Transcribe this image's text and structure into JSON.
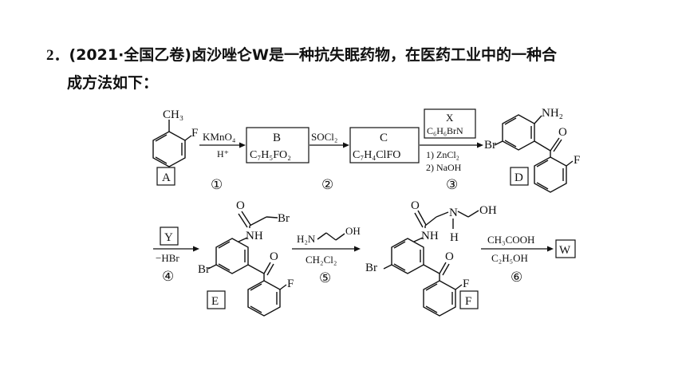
{
  "question": {
    "number": "2．",
    "source": "(2021·全国乙卷)",
    "text_line1": "卤沙唑仑W是一种抗失眠药物，在医药工业中的一种合",
    "text_line2": "成方法如下："
  },
  "compounds": {
    "A": {
      "label": "A",
      "ch3": "CH₃",
      "f": "F"
    },
    "B": {
      "label": "B",
      "formula": "C₇H₅FO₂"
    },
    "C": {
      "label": "C",
      "formula": "C₇H₄ClFO"
    },
    "X": {
      "label": "X",
      "formula": "C₆H₆BrN"
    },
    "D": {
      "label": "D",
      "nh2": "NH₂",
      "o": "O",
      "br": "Br",
      "f": "F"
    },
    "E": {
      "label": "E",
      "br_top": "Br",
      "o_top": "O",
      "nh": "NH",
      "o": "O",
      "br": "Br",
      "f": "F"
    },
    "F": {
      "label": "F",
      "o_top": "O",
      "n": "N",
      "h": "H",
      "oh": "OH",
      "nh": "NH",
      "o": "O",
      "br": "Br",
      "f": "F"
    },
    "W": {
      "label": "W"
    },
    "Y": {
      "label": "Y"
    }
  },
  "steps": [
    {
      "marker": "①",
      "top": "KMnO₄",
      "bottom": "H⁺"
    },
    {
      "marker": "②",
      "top": "SOCl₂",
      "bottom": ""
    },
    {
      "marker": "③",
      "top": "",
      "bottom1": "1) ZnCl₂",
      "bottom2": "2) NaOH"
    },
    {
      "marker": "④",
      "top": "",
      "bottom": "−HBr"
    },
    {
      "marker": "⑤",
      "top": "",
      "reagent_n": "H₂N",
      "reagent_oh": "OH",
      "bottom": "CH₂Cl₂"
    },
    {
      "marker": "⑥",
      "top": "CH₃COOH",
      "bottom": "C₂H₅OH"
    }
  ]
}
